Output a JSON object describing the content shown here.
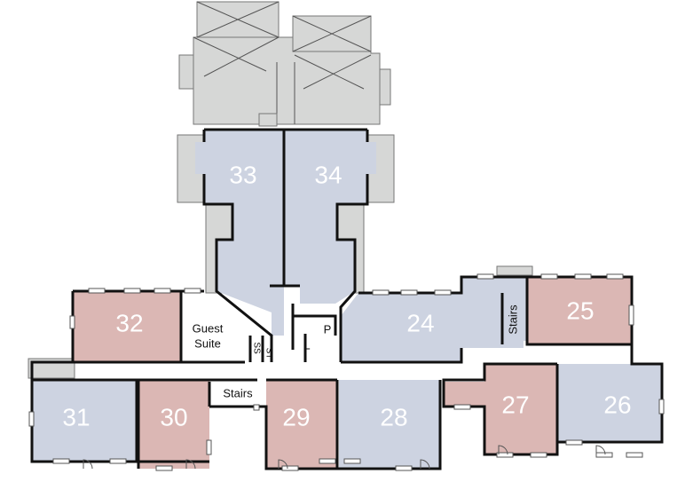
{
  "colors": {
    "blue_unit": "#cdd3e1",
    "pink_unit": "#dbb7b4",
    "existing_building": "#d6d7d6",
    "corridor": "#ffffff",
    "wall": "#111111",
    "unit_text": "#ffffff"
  },
  "units": [
    {
      "id": "33",
      "label": "33",
      "type": "blue"
    },
    {
      "id": "34",
      "label": "34",
      "type": "blue"
    },
    {
      "id": "32",
      "label": "32",
      "type": "pink"
    },
    {
      "id": "24",
      "label": "24",
      "type": "blue"
    },
    {
      "id": "25",
      "label": "25",
      "type": "pink"
    },
    {
      "id": "31",
      "label": "31",
      "type": "blue"
    },
    {
      "id": "30",
      "label": "30",
      "type": "pink"
    },
    {
      "id": "29",
      "label": "29",
      "type": "pink"
    },
    {
      "id": "28",
      "label": "28",
      "type": "blue"
    },
    {
      "id": "27",
      "label": "27",
      "type": "pink"
    },
    {
      "id": "26",
      "label": "26",
      "type": "blue"
    }
  ],
  "labels": {
    "guest_suite_line1": "Guest",
    "guest_suite_line2": "Suite",
    "stairs_center": "Stairs",
    "stairs_right": "Stairs",
    "ss": "SS",
    "st": "ST",
    "l": "L",
    "p": "P"
  }
}
